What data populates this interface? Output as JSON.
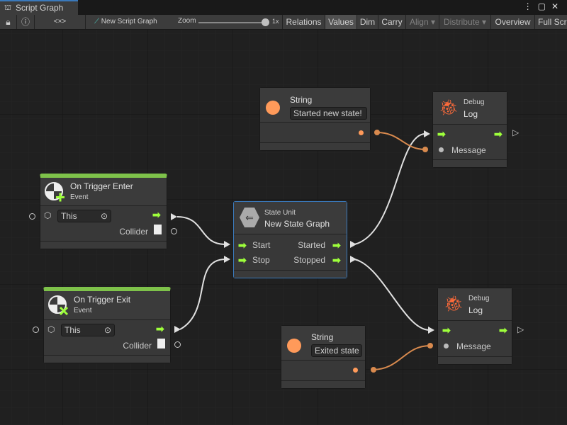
{
  "window": {
    "tab_title": "Script Graph",
    "tab_icon": "hierarchy-icon"
  },
  "toolbar": {
    "lock": "lock-icon",
    "info": "info-icon",
    "code": "<×>",
    "graph_name": "New Script Graph",
    "zoom_label": "Zoom",
    "zoom_value": "1x",
    "zoom_level": 1.0,
    "buttons": [
      "Relations",
      "Values",
      "Dim",
      "Carry",
      "Align ▾",
      "Distribute ▾",
      "Overview",
      "Full Scr"
    ]
  },
  "nodes": {
    "string1": {
      "title": "String",
      "value": "Started new state!"
    },
    "log1": {
      "category": "Debug",
      "title": "Log",
      "message": "Message"
    },
    "enter": {
      "title": "On Trigger Enter",
      "sub": "Event",
      "target": "This",
      "collider": "Collider"
    },
    "state": {
      "sub": "State Unit",
      "title": "New  State  Graph",
      "start": "Start",
      "stop": "Stop",
      "started": "Started",
      "stopped": "Stopped"
    },
    "exit": {
      "title": "On Trigger Exit",
      "sub": "Event",
      "target": "This",
      "collider": "Collider"
    },
    "string2": {
      "title": "String",
      "value": "Exited state"
    },
    "log2": {
      "category": "Debug",
      "title": "Log",
      "message": "Message"
    }
  },
  "colors": {
    "control": "#9eff3b",
    "string": "#ff9a5a",
    "event_bar": "#7ec24a",
    "selection": "#3a79bb",
    "debug": "#ff6b3a"
  }
}
